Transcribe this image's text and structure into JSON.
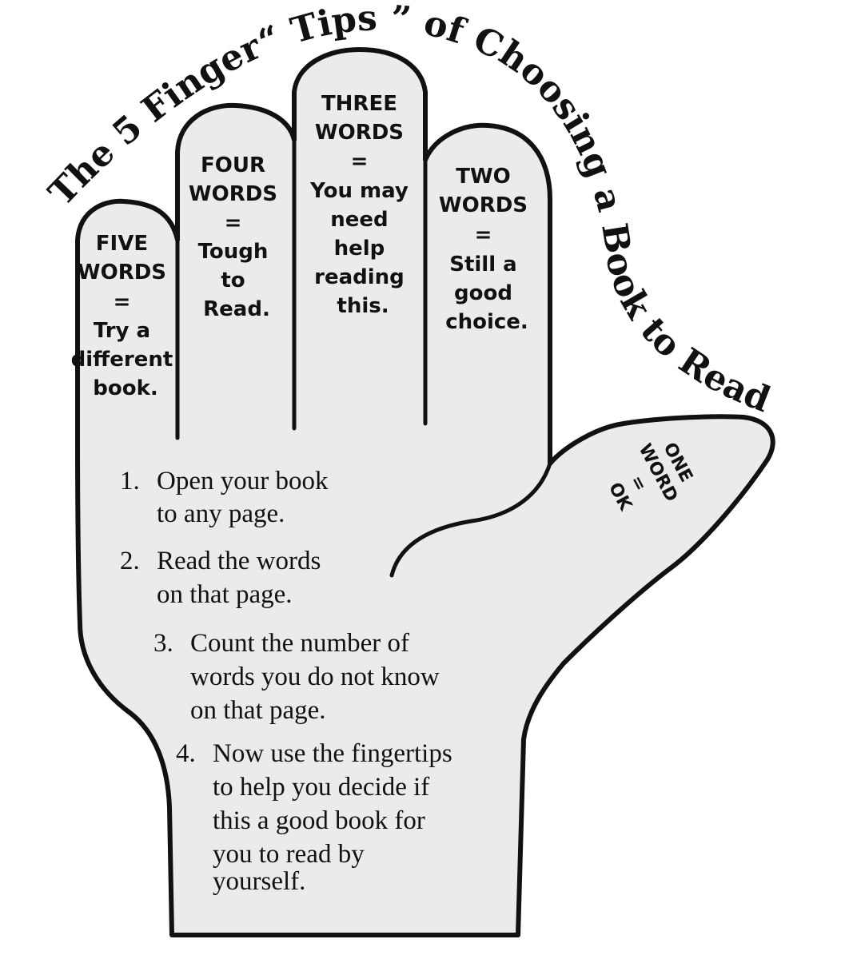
{
  "title": "The 5 Finger“ Tips ” of Choosing a Book to Read",
  "colors": {
    "hand": "#ebebeb",
    "ink": "#111111",
    "background": "#ffffff"
  },
  "fingers": {
    "pinky": {
      "lines": [
        "FIVE",
        "WORDS",
        "=",
        "Try a",
        "different",
        "book."
      ]
    },
    "ring": {
      "lines": [
        "FOUR",
        "WORDS",
        "=",
        "Tough",
        "to",
        "Read."
      ]
    },
    "middle": {
      "lines": [
        "THREE",
        "WORDS",
        "=",
        "You may",
        "need",
        "help",
        "reading",
        "this."
      ]
    },
    "index": {
      "lines": [
        "TWO",
        "WORDS",
        "=",
        "Still a",
        "good",
        "choice."
      ]
    },
    "thumb": {
      "lines": [
        "ONE",
        "WORD",
        "=",
        "OK"
      ]
    }
  },
  "steps": [
    {
      "number": "1.",
      "lines": [
        "Open your book",
        "to any page."
      ]
    },
    {
      "number": "2.",
      "lines": [
        "Read the words",
        "on that page."
      ]
    },
    {
      "number": "3.",
      "lines": [
        "Count the number of",
        "words you do not know",
        "on that page."
      ]
    },
    {
      "number": "4.",
      "lines": [
        "Now use the fingertips",
        "to help you decide if",
        "this a good book for",
        "you to read by",
        "yourself."
      ]
    }
  ]
}
